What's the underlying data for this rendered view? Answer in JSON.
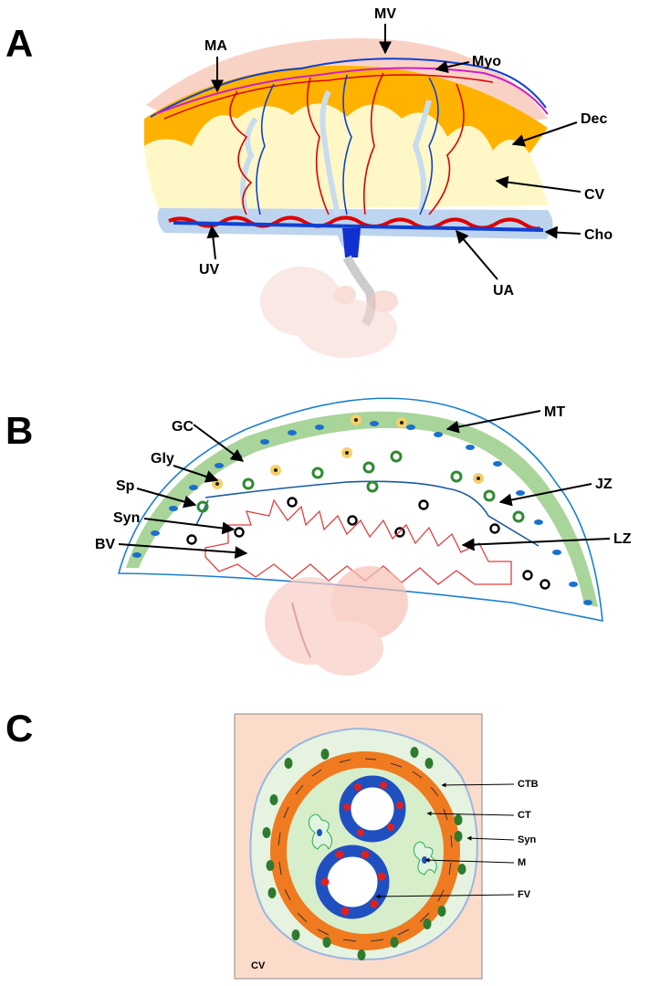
{
  "panels": {
    "a": "A",
    "b": "B",
    "c": "C"
  },
  "panel_a": {
    "MA": "MA",
    "MV": "MV",
    "Myo": "Myo",
    "Dec": "Dec",
    "CV": "CV",
    "Cho": "Cho",
    "UV": "UV",
    "UA": "UA"
  },
  "panel_b": {
    "GC": "GC",
    "Gly": "Gly",
    "Sp": "Sp",
    "Syn": "Syn",
    "BV": "BV",
    "MT": "MT",
    "JZ": "JZ",
    "LZ": "LZ"
  },
  "panel_c": {
    "CTB": "CTB",
    "CT": "CT",
    "Syn": "Syn",
    "M": "M",
    "FV": "FV",
    "CV": "CV"
  },
  "colors": {
    "myometrium": "#f9d2c6",
    "decidua": "#ffb300",
    "villi": "#fff8c6",
    "chorion": "#bcd4ee",
    "artery": "#e00000",
    "vein": "#1040d0",
    "magenta": "#d020c0",
    "green": "#2e8b2e",
    "orange": "#f07a20",
    "blue_cell": "#2050c0"
  }
}
